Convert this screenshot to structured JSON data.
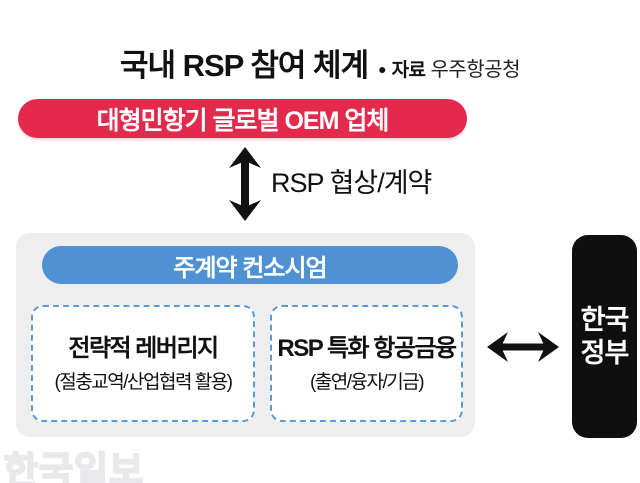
{
  "colors": {
    "oem_banner_red": "#E32A4D",
    "consortium_banner_blue": "#4E92D4",
    "dashed_border_blue": "#5B9AD6",
    "panel_gray": "#EEEEEF",
    "government_black": "#0F0F0F",
    "arrow_black": "#111111",
    "watermark_gray": "#E9E9EB"
  },
  "header": {
    "title": "국내 RSP 참여 체계",
    "source_bullet": "●",
    "source_label": "자료",
    "source_value": "우주항공청"
  },
  "oem_banner": {
    "label": "대형민항기 글로벌 OEM 업체"
  },
  "relation": {
    "label": "RSP 협상/계약"
  },
  "consortium": {
    "banner_label": "주계약 컨소시엄",
    "items": [
      {
        "title": "전략적 레버리지",
        "subtitle": "(절충교역/산업협력 활용)"
      },
      {
        "title": "RSP 특화 항공금융",
        "subtitle": "(출연/융자/기금)"
      }
    ]
  },
  "government": {
    "line1": "한국",
    "line2": "정부"
  },
  "watermark": {
    "label": "한국일보"
  }
}
